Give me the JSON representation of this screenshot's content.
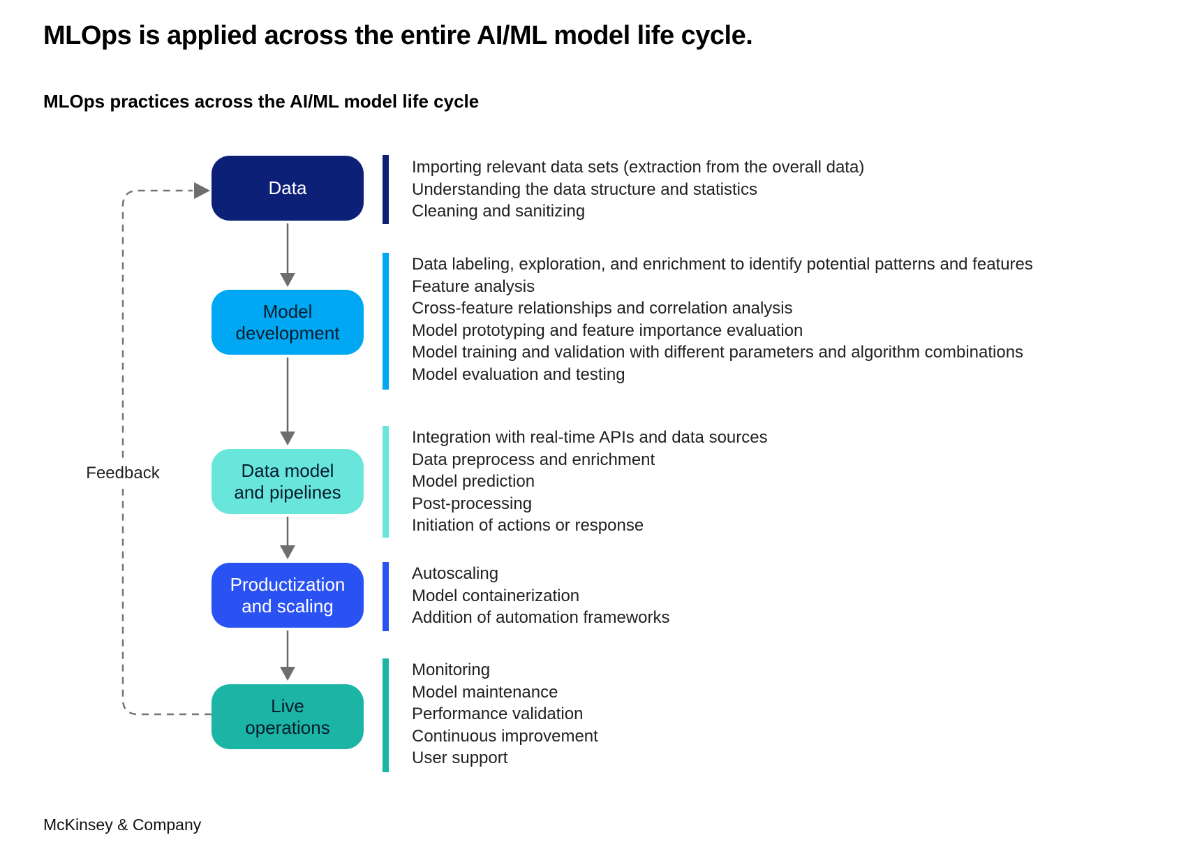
{
  "page": {
    "title": "MLOps is applied across the entire AI/ML model life cycle.",
    "subtitle": "MLOps practices across the AI/ML model life cycle",
    "feedback_label": "Feedback",
    "footer": "McKinsey & Company"
  },
  "colors": {
    "navy": "#0D2078",
    "cyan": "#00A8F4",
    "turquoise": "#69E6DC",
    "electric_blue": "#2A52F2",
    "teal": "#1CB5A5",
    "arrow_gray": "#666666",
    "dark_text": "#051C2C"
  },
  "stages": [
    {
      "label": "Data",
      "label_lines": [
        "Data"
      ],
      "color": "#0D2078",
      "text_color": "#FFFFFF",
      "items": [
        "Importing relevant data sets (extraction from the overall data)",
        "Understanding the data structure and statistics",
        "Cleaning and sanitizing"
      ]
    },
    {
      "label": "Model development",
      "label_lines": [
        "Model",
        "development"
      ],
      "color": "#00A8F4",
      "text_color": "#051C2C",
      "items": [
        "Data labeling, exploration, and enrichment to identify potential patterns and features",
        "Feature analysis",
        "Cross-feature relationships and correlation analysis",
        "Model prototyping and feature importance evaluation",
        "Model training and validation with different parameters and algorithm combinations",
        "Model evaluation and testing"
      ]
    },
    {
      "label": "Data model and pipelines",
      "label_lines": [
        "Data model",
        "and pipelines"
      ],
      "color": "#69E6DC",
      "text_color": "#051C2C",
      "items": [
        "Integration with real-time APIs and data sources",
        "Data preprocess and enrichment",
        "Model prediction",
        "Post-processing",
        "Initiation of actions or response"
      ]
    },
    {
      "label": "Productization and scaling",
      "label_lines": [
        "Productization",
        "and scaling"
      ],
      "color": "#2A52F2",
      "text_color": "#FFFFFF",
      "items": [
        "Autoscaling",
        "Model containerization",
        "Addition of automation frameworks"
      ]
    },
    {
      "label": "Live operations",
      "label_lines": [
        "Live",
        "operations"
      ],
      "color": "#1CB5A5",
      "text_color": "#051C2C",
      "items": [
        "Monitoring",
        "Model maintenance",
        "Performance validation",
        "Continuous improvement",
        "User support"
      ]
    }
  ]
}
